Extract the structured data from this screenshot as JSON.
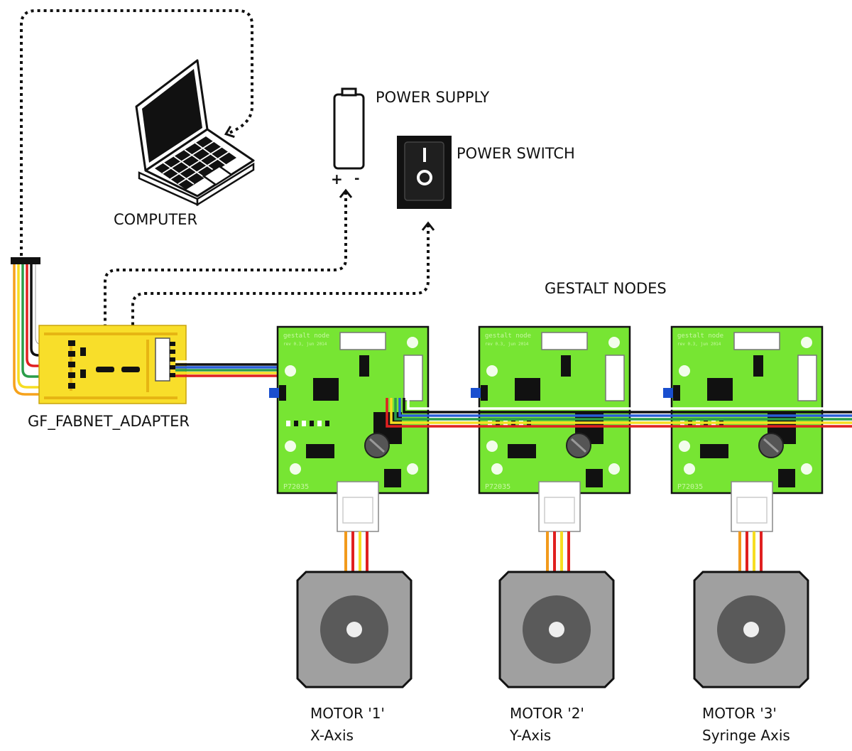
{
  "labels": {
    "computer": "COMPUTER",
    "power_supply": "POWER SUPPLY",
    "power_switch": "POWER SWITCH",
    "adapter": "GF_FABNET_ADAPTER",
    "gestalt_nodes": "GESTALT NODES",
    "battery_plus": "+",
    "battery_minus": "-"
  },
  "nodes": [
    {
      "title": "gestalt node",
      "rev": "rev 0.3, jun 2014",
      "part": "P72035"
    },
    {
      "title": "gestalt node",
      "rev": "rev 0.3, jun 2014",
      "part": "P72035"
    },
    {
      "title": "gestalt node",
      "rev": "rev 0.3, jun 2014",
      "part": "P72035"
    }
  ],
  "motors": [
    {
      "name": "MOTOR '1'",
      "axis": "X-Axis"
    },
    {
      "name": "MOTOR '2'",
      "axis": "Y-Axis"
    },
    {
      "name": "MOTOR '3'",
      "axis": "Syringe Axis"
    }
  ],
  "colors": {
    "pcb_green": "#77e533",
    "adapter_yellow": "#f8de2a",
    "motor_gray": "#a0a0a0",
    "motor_hub": "#5a5a5a",
    "wire_red": "#e02020",
    "wire_orange": "#f29a1c",
    "wire_yellow": "#f6dd22",
    "wire_green": "#2a9d4a",
    "wire_blue": "#2a5ed8",
    "wire_black": "#111111"
  }
}
